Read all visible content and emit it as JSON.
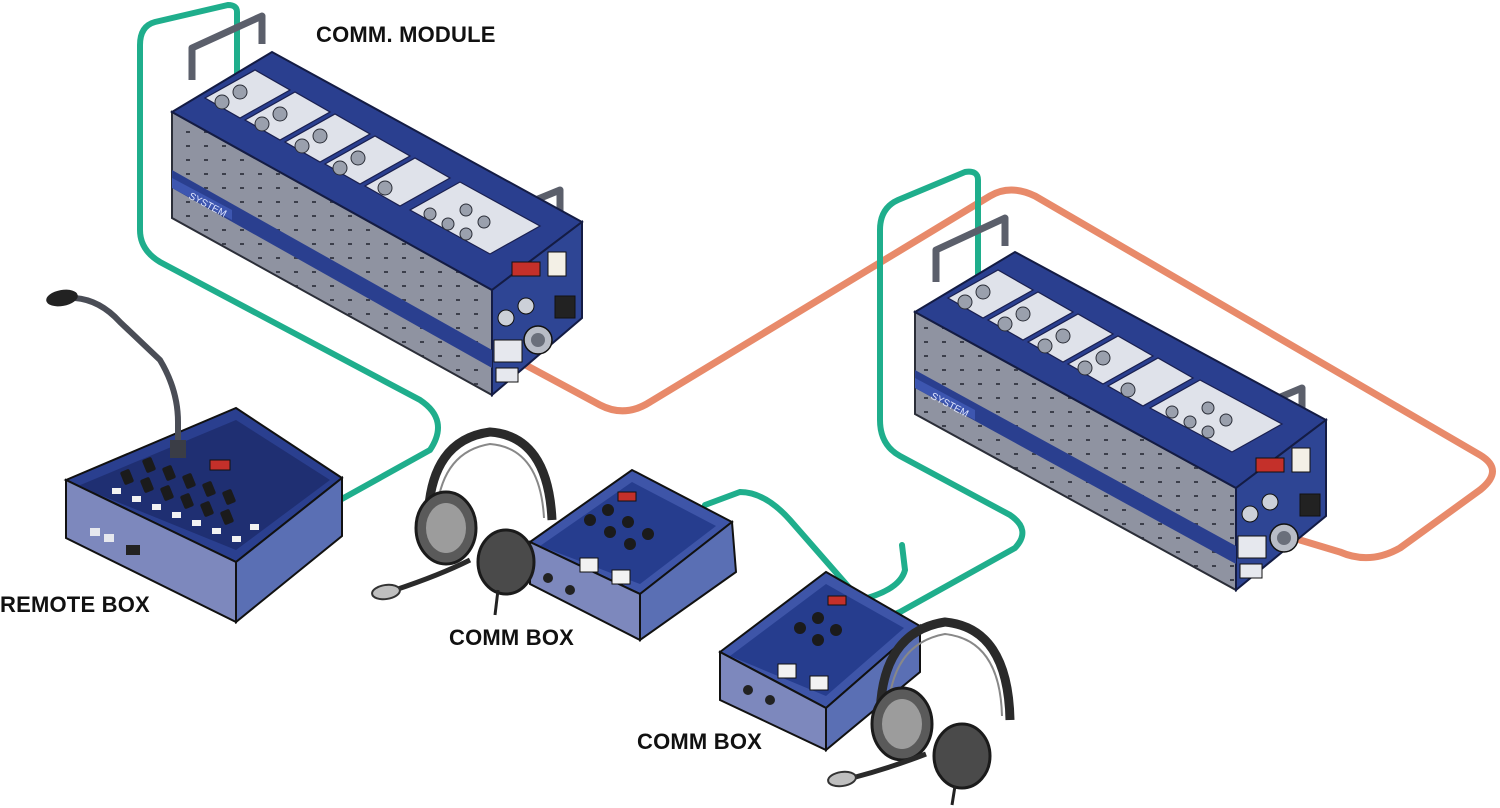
{
  "labels": {
    "comm_module": "COMM. MODULE",
    "remote_box": "REMOTE BOX",
    "comm_box_1": "COMM BOX",
    "comm_box_2": "COMM BOX"
  },
  "colors": {
    "data_cable": "#1fae8c",
    "link_cable": "#e88a6a",
    "chassis_blue": "#2a3f8f",
    "chassis_grey": "#8c8f9c",
    "box_blue": "#5a6fb4"
  },
  "icons": [
    "microphone-icon",
    "headset-icon"
  ]
}
